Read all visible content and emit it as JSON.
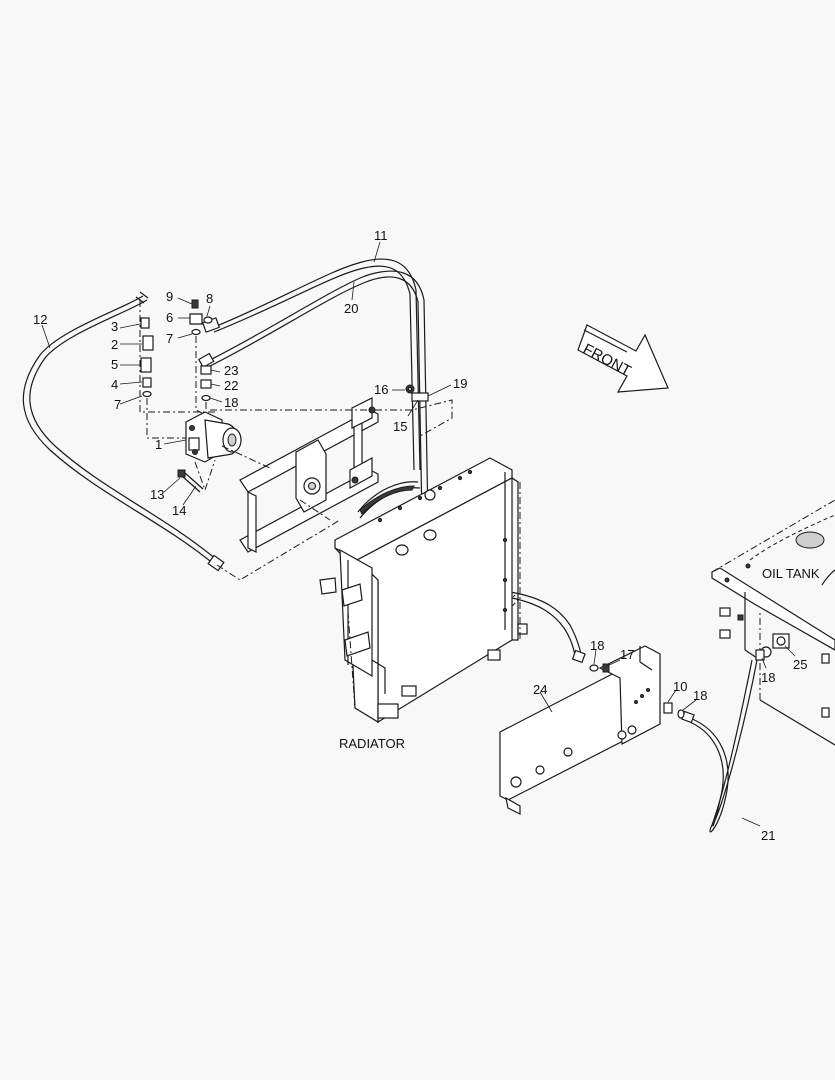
{
  "labels": {
    "radiator": "RADIATOR",
    "oil_tank": "OIL TANK",
    "front": "FRONT"
  },
  "callouts": {
    "c1": "1",
    "c2": "2",
    "c3": "3",
    "c4": "4",
    "c5": "5",
    "c6": "6",
    "c7a": "7",
    "c7b": "7",
    "c8": "8",
    "c9": "9",
    "c10": "10",
    "c11": "11",
    "c12": "12",
    "c13": "13",
    "c14": "14",
    "c15": "15",
    "c16": "16",
    "c17": "17",
    "c18a": "18",
    "c18b": "18",
    "c18c": "18",
    "c18d": "18",
    "c19": "19",
    "c20": "20",
    "c21": "21",
    "c22": "22",
    "c23": "23",
    "c24": "24",
    "c25": "25"
  }
}
